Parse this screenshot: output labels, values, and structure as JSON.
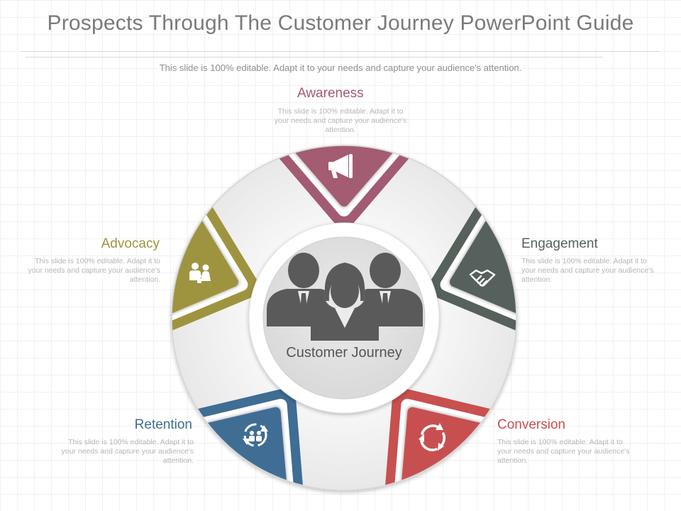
{
  "title": "Prospects Through The Customer Journey PowerPoint Guide",
  "subtitle": "This slide is 100% editable. Adapt it to your needs and capture your audience's attention.",
  "center": {
    "label": "Customer Journey",
    "icon": "people-group-icon"
  },
  "stages": {
    "awareness": {
      "label": "Awareness",
      "description": "This slide is 100% editable. Adapt it to your needs and capture your audience's attention.",
      "color": "#a35b72",
      "icon": "megaphone-icon"
    },
    "engagement": {
      "label": "Engagement",
      "description": "This slide is 100% editable. Adapt it to your needs and capture your audience's attention.",
      "color": "#56615c",
      "icon": "handshake-icon"
    },
    "conversion": {
      "label": "Conversion",
      "description": "This slide is 100% editable. Adapt it to your needs and capture your audience's attention.",
      "color": "#c8504f",
      "icon": "cycle-arrows-icon"
    },
    "retention": {
      "label": "Retention",
      "description": "This slide is 100% editable. Adapt it to your needs and capture your audience's attention.",
      "color": "#3f6d94",
      "icon": "recycle-people-icon"
    },
    "advocacy": {
      "label": "Advocacy",
      "description": "This slide is 100% editable. Adapt it to your needs and capture your audience's attention.",
      "color": "#9e9440",
      "icon": "family-icon"
    }
  }
}
